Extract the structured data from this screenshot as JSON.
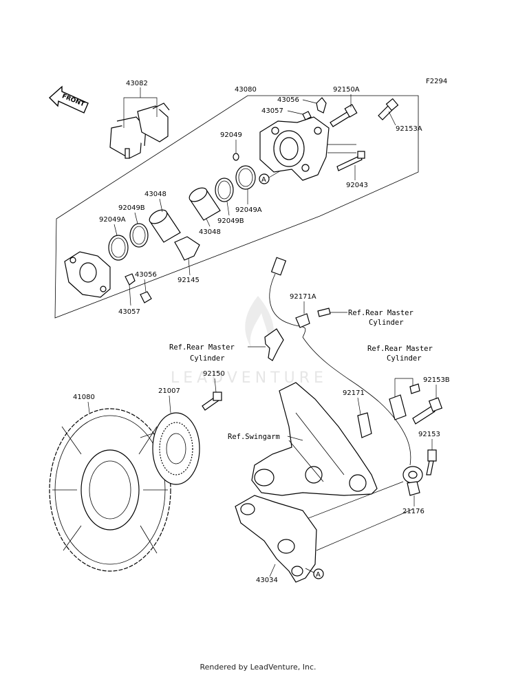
{
  "diagram_code": "F2294",
  "front_label": "FRONT",
  "watermark": "LEADVENTURE",
  "footer": "Rendered by LeadVenture, Inc.",
  "marker": "A",
  "labels": {
    "p43082": "43082",
    "p43080": "43080",
    "p43056_top": "43056",
    "p43057_top": "43057",
    "p92150A": "92150A",
    "p92153A": "92153A",
    "p92049": "92049",
    "p92043": "92043",
    "p92049A_right": "92049A",
    "p92049B_right": "92049B",
    "p43048_right": "43048",
    "p43048_left": "43048",
    "p92049B_left": "92049B",
    "p92049A_left": "92049A",
    "p92145": "92145",
    "p43056_bottom": "43056",
    "p43057_bottom": "43057",
    "p92171A": "92171A",
    "p92150": "92150",
    "p41080": "41080",
    "p21007": "21007",
    "p92171": "92171",
    "p92153B": "92153B",
    "p92153": "92153",
    "p21176": "21176",
    "p43034": "43034"
  },
  "refs": {
    "master1_line1": "Ref.Rear Master",
    "master1_line2": "Cylinder",
    "master2_line1": "Ref.Rear Master",
    "master2_line2": "Cylinder",
    "master3_line1": "Ref.Rear Master",
    "master3_line2": "Cylinder",
    "swingarm": "Ref.Swingarm"
  }
}
